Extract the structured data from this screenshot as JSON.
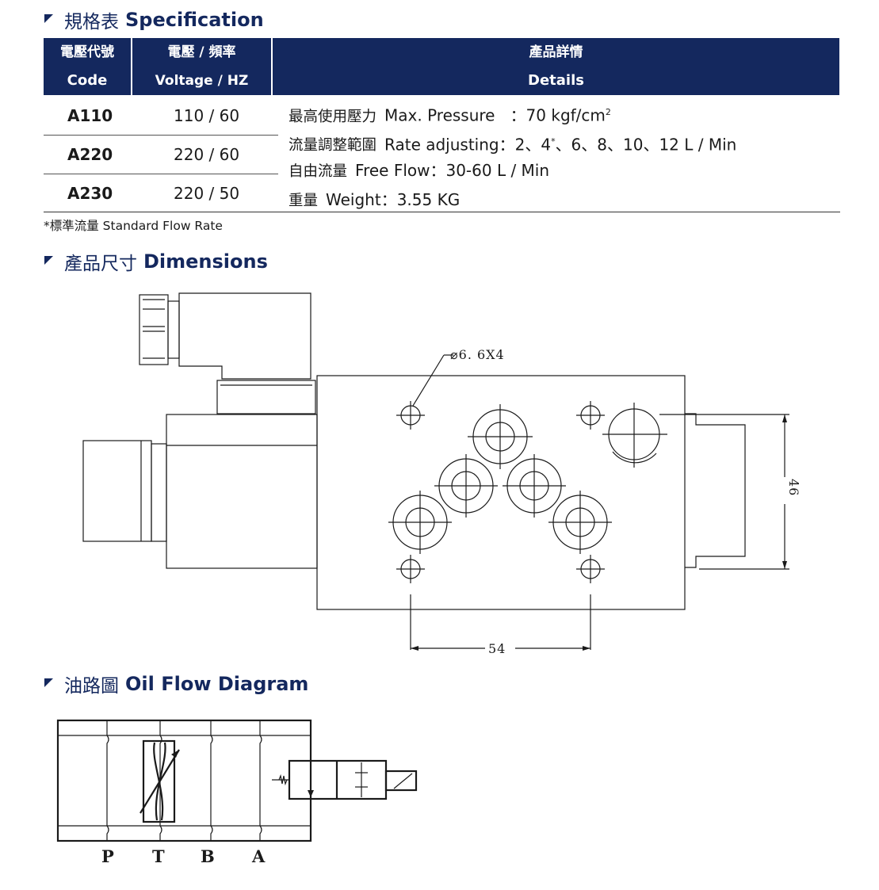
{
  "spec_section": {
    "zh": "規格表",
    "en": "Specification"
  },
  "table": {
    "headers": [
      {
        "zh": "電壓代號",
        "en": "Code"
      },
      {
        "zh": "電壓 / 頻率",
        "en": "Voltage / HZ"
      },
      {
        "zh": "產品詳情",
        "en": "Details"
      }
    ],
    "rows": [
      {
        "code": "A110",
        "voltage": "110 / 60"
      },
      {
        "code": "A220",
        "voltage": "220 / 60"
      },
      {
        "code": "A230",
        "voltage": "220 / 50"
      }
    ],
    "details": {
      "pressure": {
        "zh": "最高使用壓力",
        "en": "Max. Pressure",
        "value": "：70 kgf/cm",
        "sup": "2"
      },
      "rate": {
        "zh": "流量調整範圍",
        "en": "Rate adjusting",
        "value_a": "：2、4",
        "sup": "*",
        "value_b": "、6、8、10、12 L / Min"
      },
      "free_flow": {
        "zh": "自由流量",
        "en": "Free Flow",
        "value": "：30-60 L / Min"
      },
      "weight": {
        "zh": "重量",
        "en": "Weight",
        "value": "：3.55 KG"
      }
    }
  },
  "footnote": "*標準流量 Standard Flow Rate",
  "dimensions_section": {
    "zh": "產品尺寸",
    "en": "Dimensions"
  },
  "dimensions": {
    "hole_label": "⌀6. 6X4",
    "width_label": "54",
    "height_label": "46"
  },
  "oil_section": {
    "zh": "油路圖",
    "en": "Oil Flow Diagram"
  },
  "oil_ports": [
    "P",
    "T",
    "B",
    "A"
  ],
  "colors": {
    "brand": "#14285e",
    "header_text": "#ffffff"
  }
}
